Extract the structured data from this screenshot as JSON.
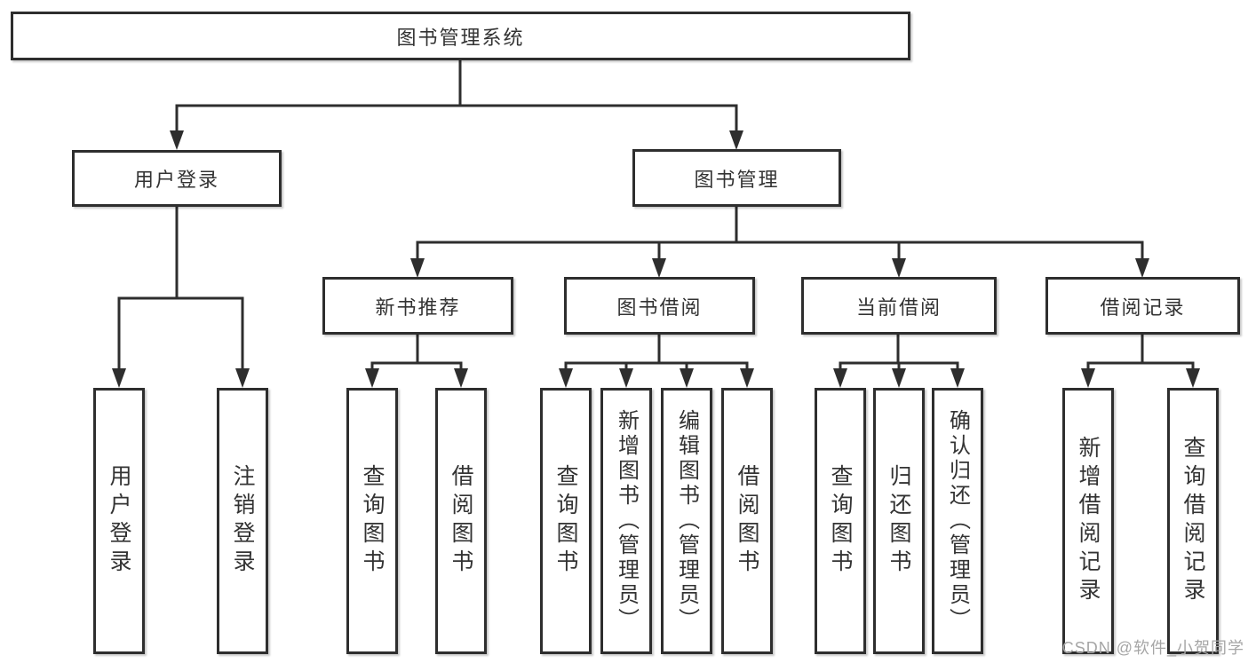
{
  "diagram": {
    "title": "图书管理系统",
    "tree": {
      "label": "图书管理系统",
      "children": [
        {
          "label": "用户登录",
          "children": [
            {
              "label": "用户登录"
            },
            {
              "label": "注销登录"
            }
          ]
        },
        {
          "label": "图书管理",
          "children": [
            {
              "label": "新书推荐",
              "children": [
                {
                  "label": "查询图书"
                },
                {
                  "label": "借阅图书"
                }
              ]
            },
            {
              "label": "图书借阅",
              "children": [
                {
                  "label": "查询图书"
                },
                {
                  "label": "新增图书（管理员）"
                },
                {
                  "label": "编辑图书（管理员）"
                },
                {
                  "label": "借阅图书"
                }
              ]
            },
            {
              "label": "当前借阅",
              "children": [
                {
                  "label": "查询图书"
                },
                {
                  "label": "归还图书"
                },
                {
                  "label": "确认归还（管理员）"
                }
              ]
            },
            {
              "label": "借阅记录",
              "children": [
                {
                  "label": "新增借阅记录"
                },
                {
                  "label": "查询借阅记录"
                }
              ]
            }
          ]
        }
      ]
    },
    "colors": {
      "line": "#2e2e2e",
      "box_border": "#2e2e2e",
      "box_fill": "#ffffff",
      "text": "#333333",
      "background": "#ffffff",
      "watermark": "#a6a6a6"
    }
  },
  "watermark": {
    "text": "CSDN @软件_小贺同学"
  }
}
